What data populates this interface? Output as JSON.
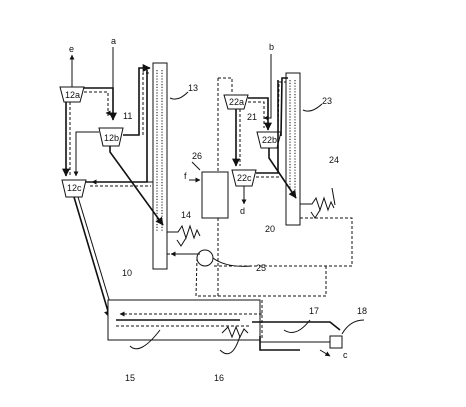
{
  "labels": {
    "e": "e",
    "a": "a",
    "b": "b",
    "f": "f",
    "d": "d",
    "c": "c",
    "u12a": "12a",
    "u12b": "12b",
    "u12c": "12c",
    "u22a": "22a",
    "u22b": "22b",
    "u22c": "22c",
    "n11": "11",
    "n13": "13",
    "n14": "14",
    "n10": "10",
    "n21": "21",
    "n23": "23",
    "n24": "24",
    "n20": "20",
    "n26": "26",
    "n25": "25",
    "n15": "15",
    "n16": "16",
    "n17": "17",
    "n18": "18"
  }
}
